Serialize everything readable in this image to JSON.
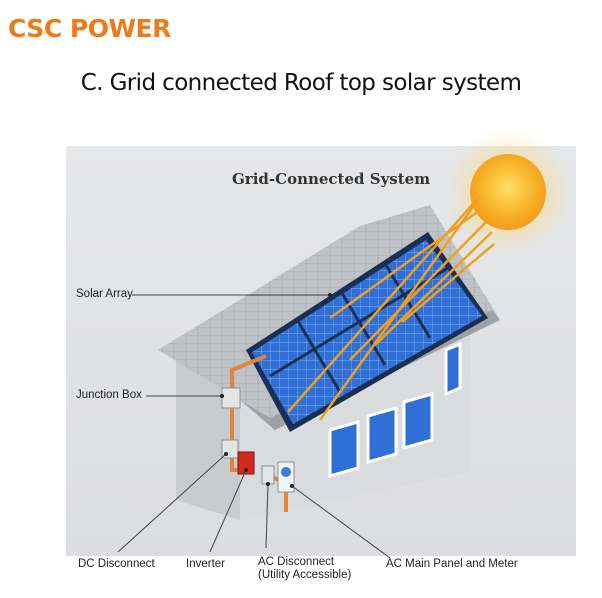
{
  "brand": {
    "logo_text": "CSC POWER",
    "color": "#ee7a1a"
  },
  "heading": "C. Grid connected Roof top solar system",
  "diagram": {
    "title": "Grid-Connected System",
    "labels": {
      "solar_array": "Solar Array",
      "junction_box": "Junction Box",
      "dc_disconnect": "DC Disconnect",
      "inverter": "Inverter",
      "ac_disconnect_line1": "AC Disconnect",
      "ac_disconnect_line2": "(Utility Accessible)",
      "ac_main_panel": "AC Main Panel and Meter"
    },
    "colors": {
      "sun": "#f5a623",
      "rays": "#f0a020",
      "panel": "#2f6fd6",
      "roof": "#b8bcc0",
      "wall": "#d7d9db",
      "wire": "#e0863a",
      "inverter": "#d42a1e"
    },
    "icons": [
      "sun-icon",
      "house-icon",
      "solar-panel-icon",
      "inverter-icon",
      "meter-icon"
    ]
  }
}
